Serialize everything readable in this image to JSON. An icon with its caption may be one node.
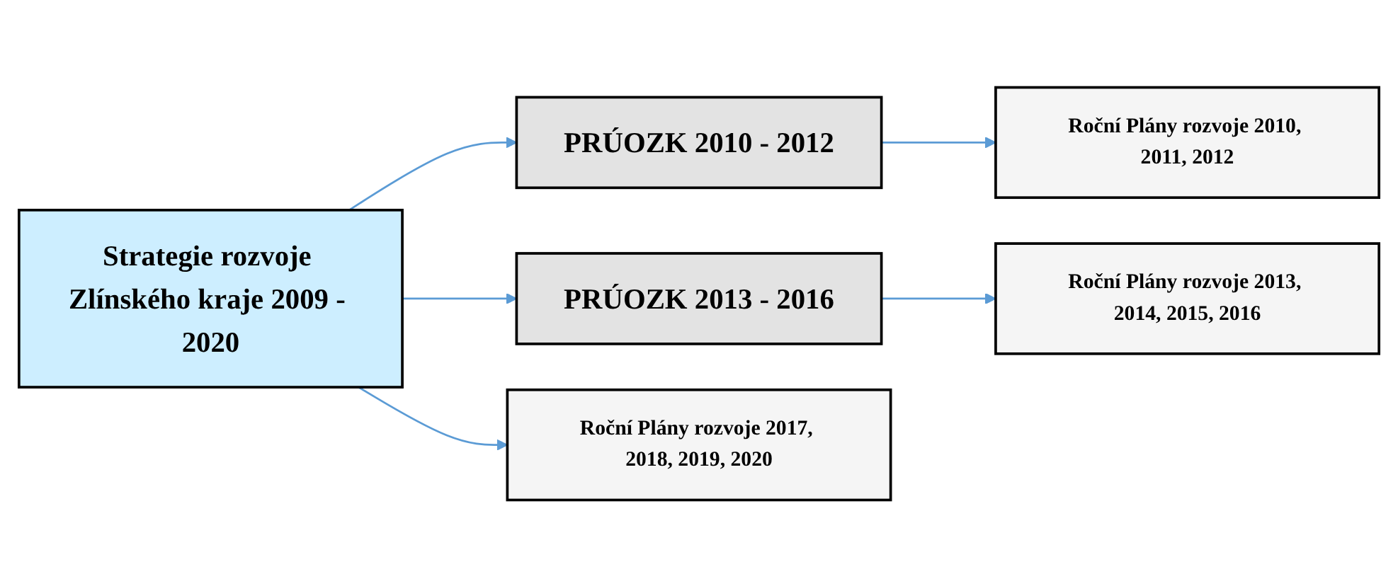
{
  "diagram": {
    "nodes": [
      {
        "text": [
          "Strategie rozvoje Zlínského kraje 2009 - 2020"
        ]
      },
      {
        "text": [
          "PRÚOZK 2010 - 2012"
        ]
      },
      {
        "text": [
          "Roční Plány rozvoje 2010, 2011, 2012"
        ]
      },
      {
        "text": [
          "PRÚOZK 2013 - 2016"
        ]
      },
      {
        "text": [
          "Roční Plány rozvoje 2013, 2014, 2015, 2016"
        ]
      },
      {
        "text": [
          "Roční Plány rozvoje 2017, 2018, 2019, 2020"
        ]
      }
    ],
    "edges": [
      {
        "from": 0,
        "to": 1,
        "arrow": "to"
      },
      {
        "from": 0,
        "to": 3,
        "arrow": "to"
      },
      {
        "from": 0,
        "to": 5,
        "arrow": "to"
      },
      {
        "from": 1,
        "to": 2,
        "arrow": "to"
      },
      {
        "from": 3,
        "to": 4,
        "arrow": "to"
      }
    ]
  }
}
